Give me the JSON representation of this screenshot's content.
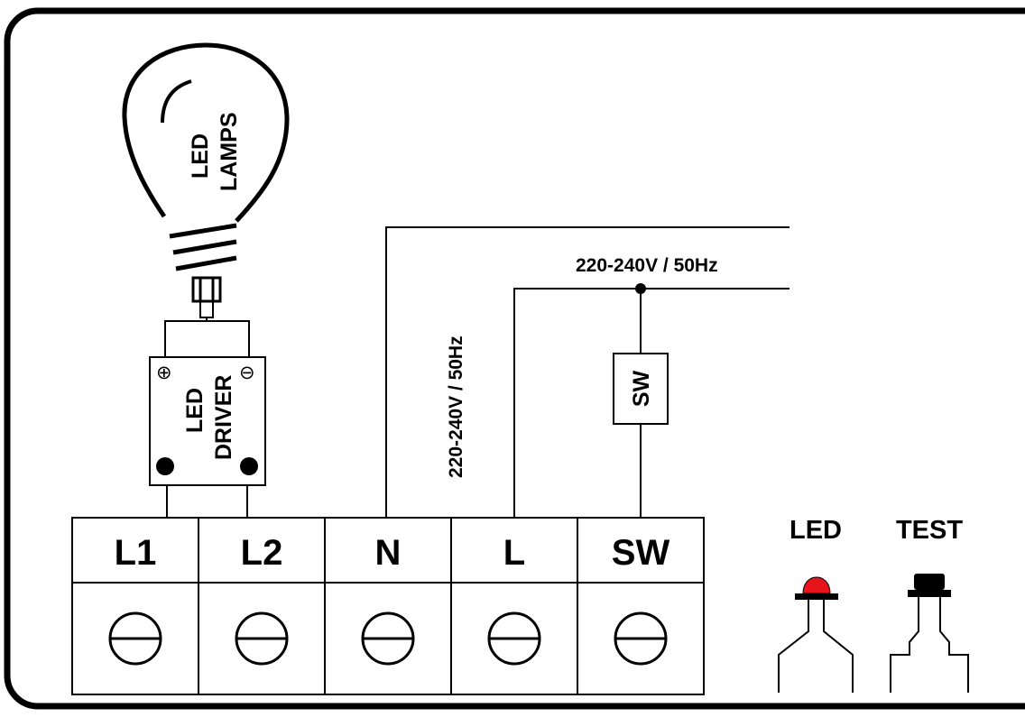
{
  "terminals": [
    {
      "id": "L1",
      "label": "L1"
    },
    {
      "id": "L2",
      "label": "L2"
    },
    {
      "id": "N",
      "label": "N"
    },
    {
      "id": "L",
      "label": "L"
    },
    {
      "id": "SW",
      "label": "SW"
    }
  ],
  "lamp": {
    "line1": "LED",
    "line2": "LAMPS"
  },
  "driver": {
    "line1": "LED",
    "line2": "DRIVER",
    "plus_symbol": "⊕",
    "minus_symbol": "⊖"
  },
  "supply": {
    "horizontal_label": "220-240V / 50Hz",
    "vertical_label": "220-240V / 50Hz"
  },
  "switch": {
    "label": "SW"
  },
  "indicators": {
    "led_label": "LED",
    "test_label": "TEST",
    "led_color": "#e8141c"
  }
}
